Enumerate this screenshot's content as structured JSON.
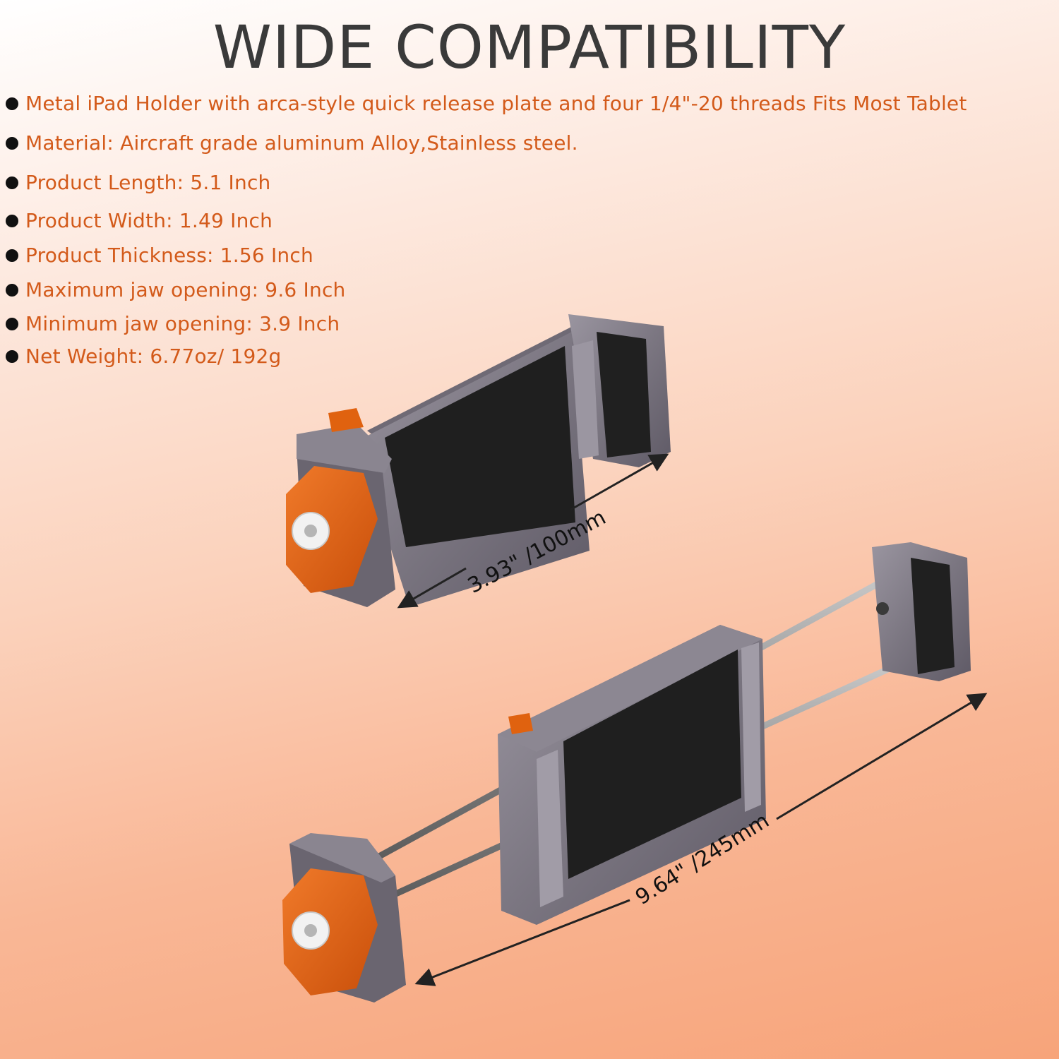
{
  "title": "WIDE COMPATIBILITY",
  "specs": [
    "Metal iPad Holder with arca-style quick release plate and four 1/4\"-20 threads Fits Most Tablet",
    "Material: Aircraft grade aluminum Alloy,Stainless steel.",
    "Product  Length: 5.1 Inch",
    "Product Width: 1.49 Inch",
    "Product Thickness: 1.56 Inch",
    "Maximum jaw opening: 9.6 Inch",
    "Minimum jaw opening: 3.9 Inch",
    "Net Weight: 6.77oz/ 192g"
  ],
  "dimensions": {
    "closed": "3.93\" /100mm",
    "extended": "9.64\" /245mm"
  },
  "colors": {
    "title": "#3a3a3a",
    "spec_text": "#d35a1a",
    "bullet": "#111111",
    "metal": "#7b7681",
    "pad": "#1f1f1f",
    "knob": "#e0620f"
  }
}
